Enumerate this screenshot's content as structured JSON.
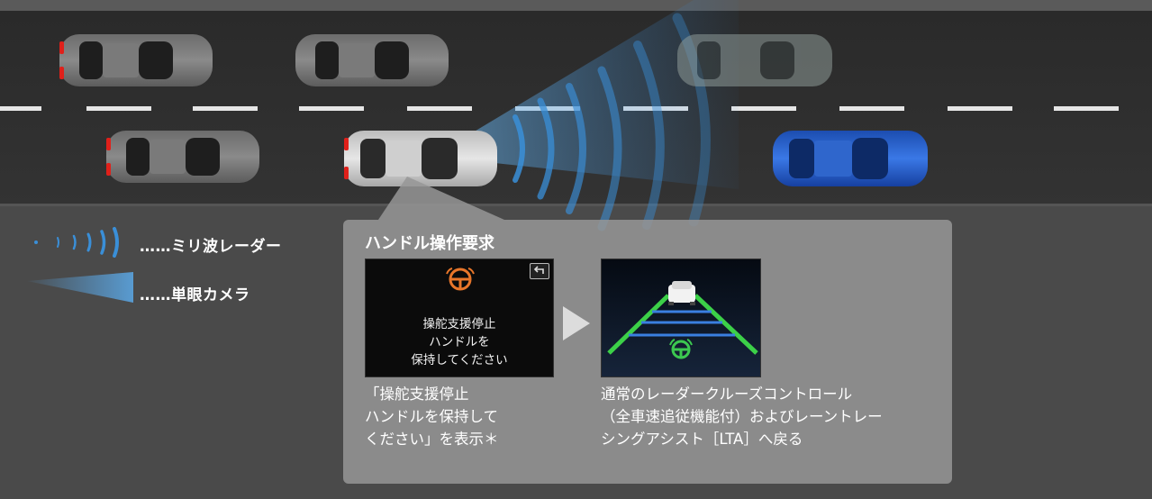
{
  "legend": {
    "radar_label": "……ミリ波レーダー",
    "camera_label": "……単眼カメラ"
  },
  "panel": {
    "title": "ハンドル操作要求",
    "left_screen_lines": [
      "操舵支援停止",
      "ハンドルを",
      "保持してください"
    ],
    "left_caption_lines": [
      "「操舵支援停止",
      "ハンドルを保持して",
      "ください」を表示＊"
    ],
    "right_caption_lines": [
      "通常のレーダークルーズコントロール",
      "（全車速追従機能付）およびレーントレー",
      "シングアシスト［LTA］へ戻る"
    ]
  },
  "icons": {
    "wheel_color_left": "#e8762a",
    "wheel_color_right": "#3cc850",
    "lane_line_color": "#3cd048",
    "radar_color": "#3a8fd8"
  }
}
